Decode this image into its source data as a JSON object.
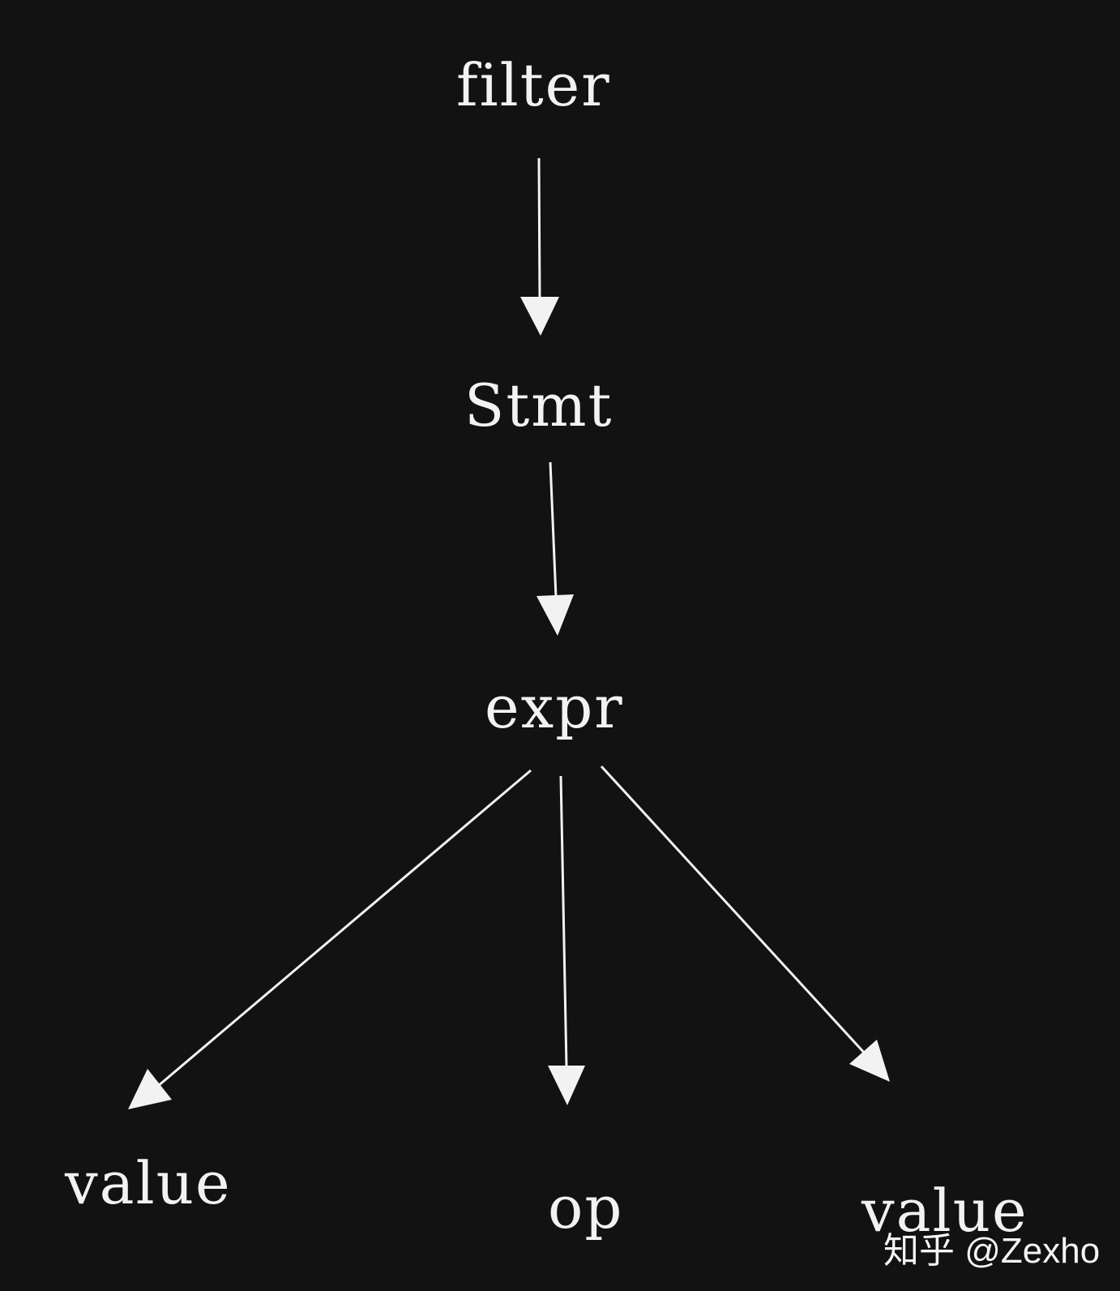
{
  "diagram": {
    "nodes": [
      {
        "id": "filter",
        "label": "filter"
      },
      {
        "id": "stmt",
        "label": "Stmt"
      },
      {
        "id": "expr",
        "label": "expr"
      },
      {
        "id": "value_left",
        "label": "value"
      },
      {
        "id": "op",
        "label": "op"
      },
      {
        "id": "value_right",
        "label": "value"
      }
    ],
    "edges": [
      {
        "from": "filter",
        "to": "stmt"
      },
      {
        "from": "stmt",
        "to": "expr"
      },
      {
        "from": "expr",
        "to": "value_left"
      },
      {
        "from": "expr",
        "to": "op"
      },
      {
        "from": "expr",
        "to": "value_right"
      }
    ],
    "colors": {
      "background": "#121212",
      "foreground": "#f2f2f2"
    }
  },
  "watermark": {
    "text": "知乎 @Zexho"
  }
}
